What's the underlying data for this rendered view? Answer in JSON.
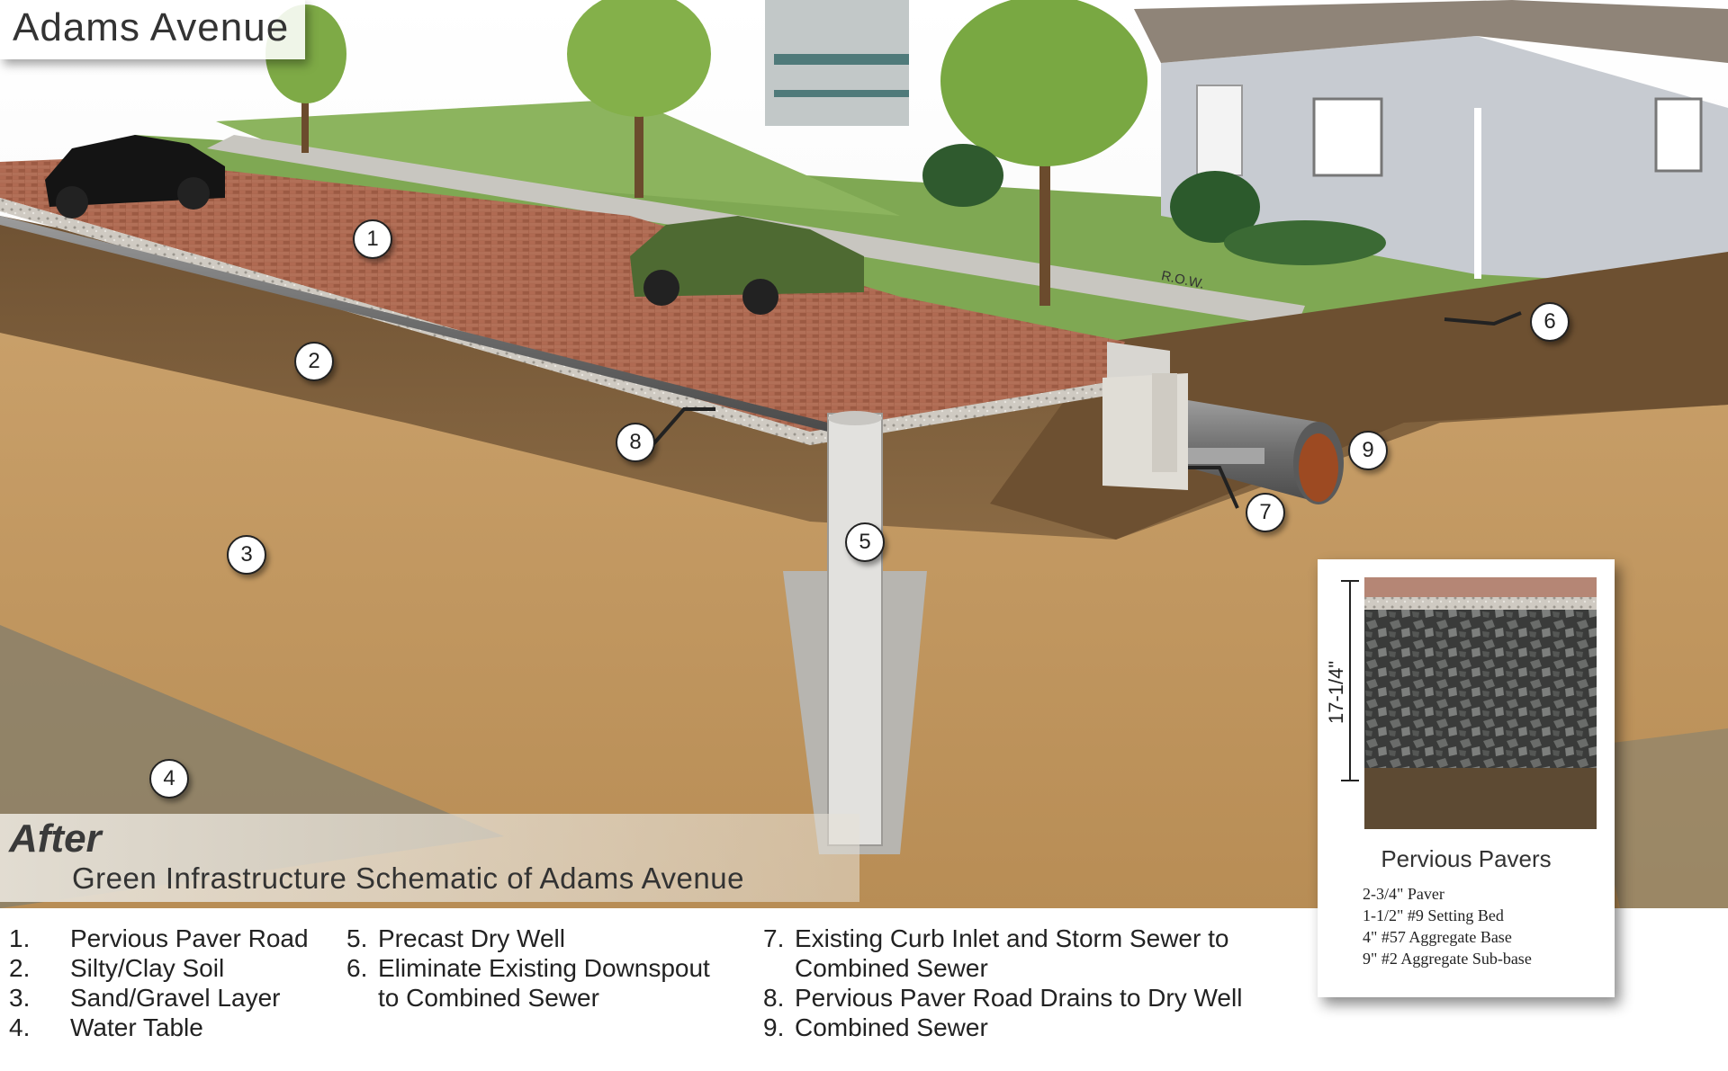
{
  "title": "Adams Avenue",
  "after_label": "After",
  "subtitle": "Green Infrastructure Schematic of Adams Avenue",
  "row_label": "R.O.W.",
  "callouts": [
    "1",
    "2",
    "3",
    "4",
    "5",
    "6",
    "7",
    "8",
    "9"
  ],
  "legend": [
    {
      "num": "1.",
      "text": "Pervious Paver Road"
    },
    {
      "num": "2.",
      "text": "Silty/Clay Soil"
    },
    {
      "num": "3.",
      "text": "Sand/Gravel Layer"
    },
    {
      "num": "4.",
      "text": "Water Table"
    },
    {
      "num": "5.",
      "text": "Precast Dry Well"
    },
    {
      "num": "6.",
      "text": "Eliminate Existing Downspout"
    },
    {
      "num": "",
      "text": "to Combined Sewer"
    },
    {
      "num": "7.",
      "text": "Existing Curb Inlet and Storm Sewer to"
    },
    {
      "num": "",
      "text": "Combined Sewer"
    },
    {
      "num": "8.",
      "text": "Pervious Paver Road Drains to Dry Well"
    },
    {
      "num": "9.",
      "text": "Combined Sewer"
    }
  ],
  "inset": {
    "dimension": "17-1/4\"",
    "title": "Pervious Pavers",
    "layers": [
      "2-3/4\" Paver",
      "1-1/2\" #9 Setting Bed",
      "4\" #57 Aggregate Base",
      "9\" #2 Aggregate Sub-base"
    ]
  },
  "colors": {
    "paver": "#a0604a",
    "silty_clay": "#7a5a38",
    "sand_gravel": "#c79a5c",
    "water_table": "#8a8068",
    "grass": "#7da650",
    "house": "#c9ccd1",
    "concrete": "#d6d4cf"
  }
}
